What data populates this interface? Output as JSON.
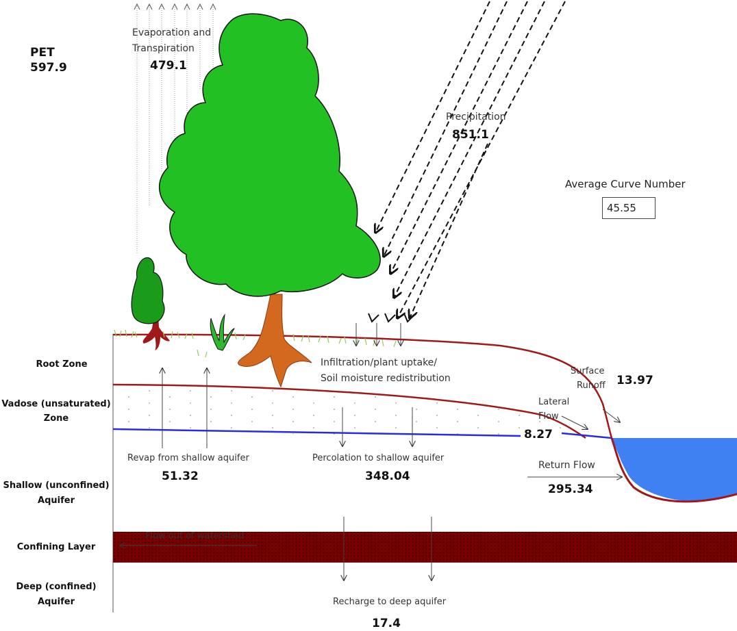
{
  "pet": {
    "label": "PET",
    "value": "597.9"
  },
  "et": {
    "label_line1": "Evaporation and",
    "label_line2": "Transpiration",
    "value": "479.1"
  },
  "precipitation": {
    "label": "Precipitation",
    "value": "851.1"
  },
  "curve_number": {
    "label": "Average Curve Number",
    "value": "45.55"
  },
  "infiltration": {
    "line1": "Infiltration/plant uptake/",
    "line2": "Soil moisture redistribution"
  },
  "surface_runoff": {
    "line1": "Surface",
    "line2": "Runoff",
    "value": "13.97"
  },
  "lateral_flow": {
    "line1": "Lateral",
    "line2": "Flow",
    "value": "8.27"
  },
  "return_flow": {
    "label": "Return Flow",
    "value": "295.34"
  },
  "revap": {
    "label": "Revap from shallow aquifer",
    "value": "51.32"
  },
  "percolation": {
    "label": "Percolation to shallow aquifer",
    "value": "348.04"
  },
  "recharge": {
    "label": "Recharge to deep aquifer",
    "value": "17.4"
  },
  "flow_out": {
    "label": "Flow out of watershed"
  },
  "zones": {
    "root": "Root Zone",
    "vadose_line1": "Vadose (unsaturated)",
    "vadose_line2": "Zone",
    "shallow_line1": "Shallow (unconfined)",
    "shallow_line2": "Aquifer",
    "confining": "Confining Layer",
    "deep_line1": "Deep (confined)",
    "deep_line2": "Aquifer"
  },
  "colors": {
    "soil_line": "#a01818",
    "water_table": "#2a2ae0",
    "water": "#3a7af0",
    "tree": "#22b422",
    "trunk": "#d2691e",
    "confining": "#6b0000"
  }
}
